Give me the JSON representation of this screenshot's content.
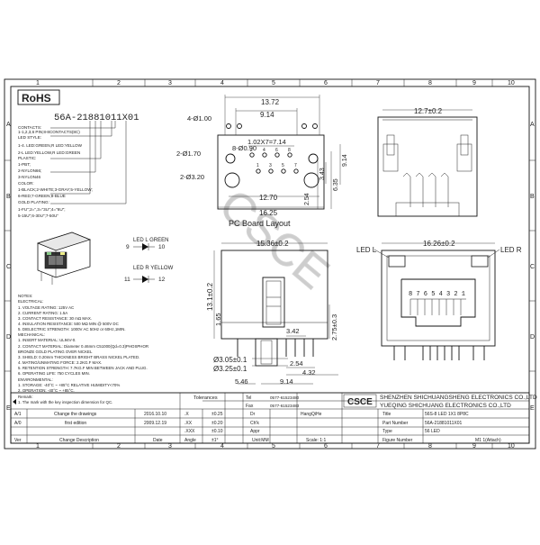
{
  "zones_top": [
    "1",
    "2",
    "3",
    "4",
    "5",
    "6",
    "7",
    "8",
    "9",
    "10"
  ],
  "zones_bottom": [
    "1",
    "2",
    "3",
    "4",
    "5",
    "6",
    "7",
    "8",
    "9",
    "10"
  ],
  "zones_left": [
    "A",
    "B",
    "C",
    "D",
    "E"
  ],
  "zones_right": [
    "A",
    "B",
    "C",
    "D",
    "E"
  ],
  "rohs": "RoHS",
  "part_code": "56A-21881011X01",
  "options": [
    "CONTACTS:",
    "1-1,2,3,6 PIN;8-8CONTACTS(8C)",
    "LED STYLE:",
    "1-4. LED:GREEN,R LED:YELLOW",
    "2-L LED:YELLOW,R LED:GREEN",
    "PLASTIC:",
    "1-PBT;",
    "2-NYLON66;",
    "3-NYLON46",
    "COLOR:",
    "1-BLACK;2-WHITE;3-GRAY;5-YELLOW;",
    "6-RED;7-GREEN;8-BLUE",
    "GOLD PLATING:",
    "1-FU\";2=\",3=\"3U\";4=\"6U\";",
    "5-15U\";6-30U\";7-50U\""
  ],
  "top_view": {
    "d1": "13.72",
    "d2": "9.14",
    "d3": "4-Ø1.00",
    "d4": "8-Ø0.90",
    "d5": "1.02X7=7.14",
    "d6": "2-Ø1.70",
    "d7": "2-Ø3.20",
    "d8": "12.70",
    "d9": "16.25",
    "d10": "2.54",
    "d11": "3.43",
    "d12": "6.35",
    "d13": "9.14",
    "pins_top": [
      "2",
      "4",
      "6",
      "8"
    ],
    "pins_bottom": [
      "1",
      "3",
      "5",
      "7"
    ],
    "title": "PC Board Layout"
  },
  "side_view": {
    "d1": "12.7±0.2"
  },
  "led_legend": {
    "green_label": "LED L GREEN",
    "green_pins": [
      "9",
      "10"
    ],
    "yellow_label": "LED R YELLOW",
    "yellow_pins": [
      "11",
      "12"
    ]
  },
  "front_view": {
    "d1": "15.36±0.2",
    "d2": "13.1±0.2",
    "d3": "1.65",
    "d4": "2.75±0.3",
    "d5": "3.42",
    "d6": "Ø3.05±0.1",
    "d7": "Ø3.25±0.1",
    "d8": "2.54",
    "d9": "4.32",
    "d10": "5.46",
    "d11": "9.14"
  },
  "jack_view": {
    "d1": "16.26±0.2",
    "led_l": "LED L",
    "led_r": "LED R",
    "pin_numbers": "8 7 6 5 4 3 2 1"
  },
  "notes": [
    "NOTES:",
    "ELECTRICAL:",
    "1. VOLTAGE RATING: 125V AC",
    "2. CURRENT RATING: 1.5A",
    "3. CONTACT RESISTANCE: 30 mΩ MAX.",
    "4. INSULATION RESISTANCE: 500 MΩ MIN @ 500V DC",
    "5. DIELECTRIC STRENGTH: 1000V AC 50Hz or 60Hz,1MIN.",
    "MECHANICAL:",
    "1. INSERT MATERIAL: UL94V-0.",
    "2. CONTACT MATERIAL: Diameter 0.46mm C51000(Qd=0.3)PHOSPHOR",
    "   BRONZE GOLD PLATING OVER NICKEL",
    "3. SHIELD: 0.20mm THICKNESS BRIGHT BRASS NICKEL PLATED.",
    "4. MATING/UNMATING FORCE: 2.2KG.F MAX.",
    "5. RETENTION STRENGTH: 7.7KG.F MIN BETWEEN JACK AND PLUG.",
    "6. OPERATING LIFE: 750 CYCLES MIN.",
    "ENVIRONMENTAL:",
    "1. STORAGE: -40°C ~ +85°C RELATIVE HUMIDITY<70%",
    "2. OPERATION: -40°C ~ +85°C.",
    "Remark:",
    "1. The mark with the key inspection dimension for QC."
  ],
  "watermark": "CSCE",
  "title_block": {
    "tolerances": "Tolerances",
    "tel_label": "Tel",
    "tel": "0577-61523480",
    "fax_label": "Fax",
    "fax": "0577-61523483",
    "logo": "CSCE",
    "company_cn_1": "SHENZHEN SHICHUANGSHENG ELECTRONICS CO.,LTD",
    "company_cn_2": "YUEQING SHICHUANG ELECTRONICS CO.,LTD",
    "rows": [
      {
        "ver": "A/1",
        "desc": "Change the drawings",
        "date": "2016.10.10",
        "tol_a": ".X",
        "tol_b": "±0.25",
        "col1": "Dr",
        "col2": "",
        "col3": "HangQiHe",
        "col4": "Title",
        "val": "56S-8 LED 1X1 8P8C"
      },
      {
        "ver": "A/0",
        "desc": "first edition",
        "date": "2009.12.19",
        "tol_a": ".XX",
        "tol_b": "±0.20",
        "col1": "Ch'k",
        "col2": "",
        "col3": "",
        "col4": "Part Number",
        "val": "56A-21881011X01"
      },
      {
        "ver": "",
        "desc": "",
        "date": "",
        "tol_a": ".XXX",
        "tol_b": "±0.10",
        "col1": "Appr",
        "col2": "",
        "col3": "",
        "col4": "Type",
        "val": "56 LED"
      }
    ],
    "ver_label": "Ver",
    "change_label": "Change Description",
    "date_label": "Date",
    "angle_label": "Angle",
    "angle_val": "±1°",
    "unit_label": "Unit:MM",
    "scale_label": "Scale: 1:1",
    "figure_label": "Figure Number",
    "attach": "M1 1(Attach)"
  }
}
